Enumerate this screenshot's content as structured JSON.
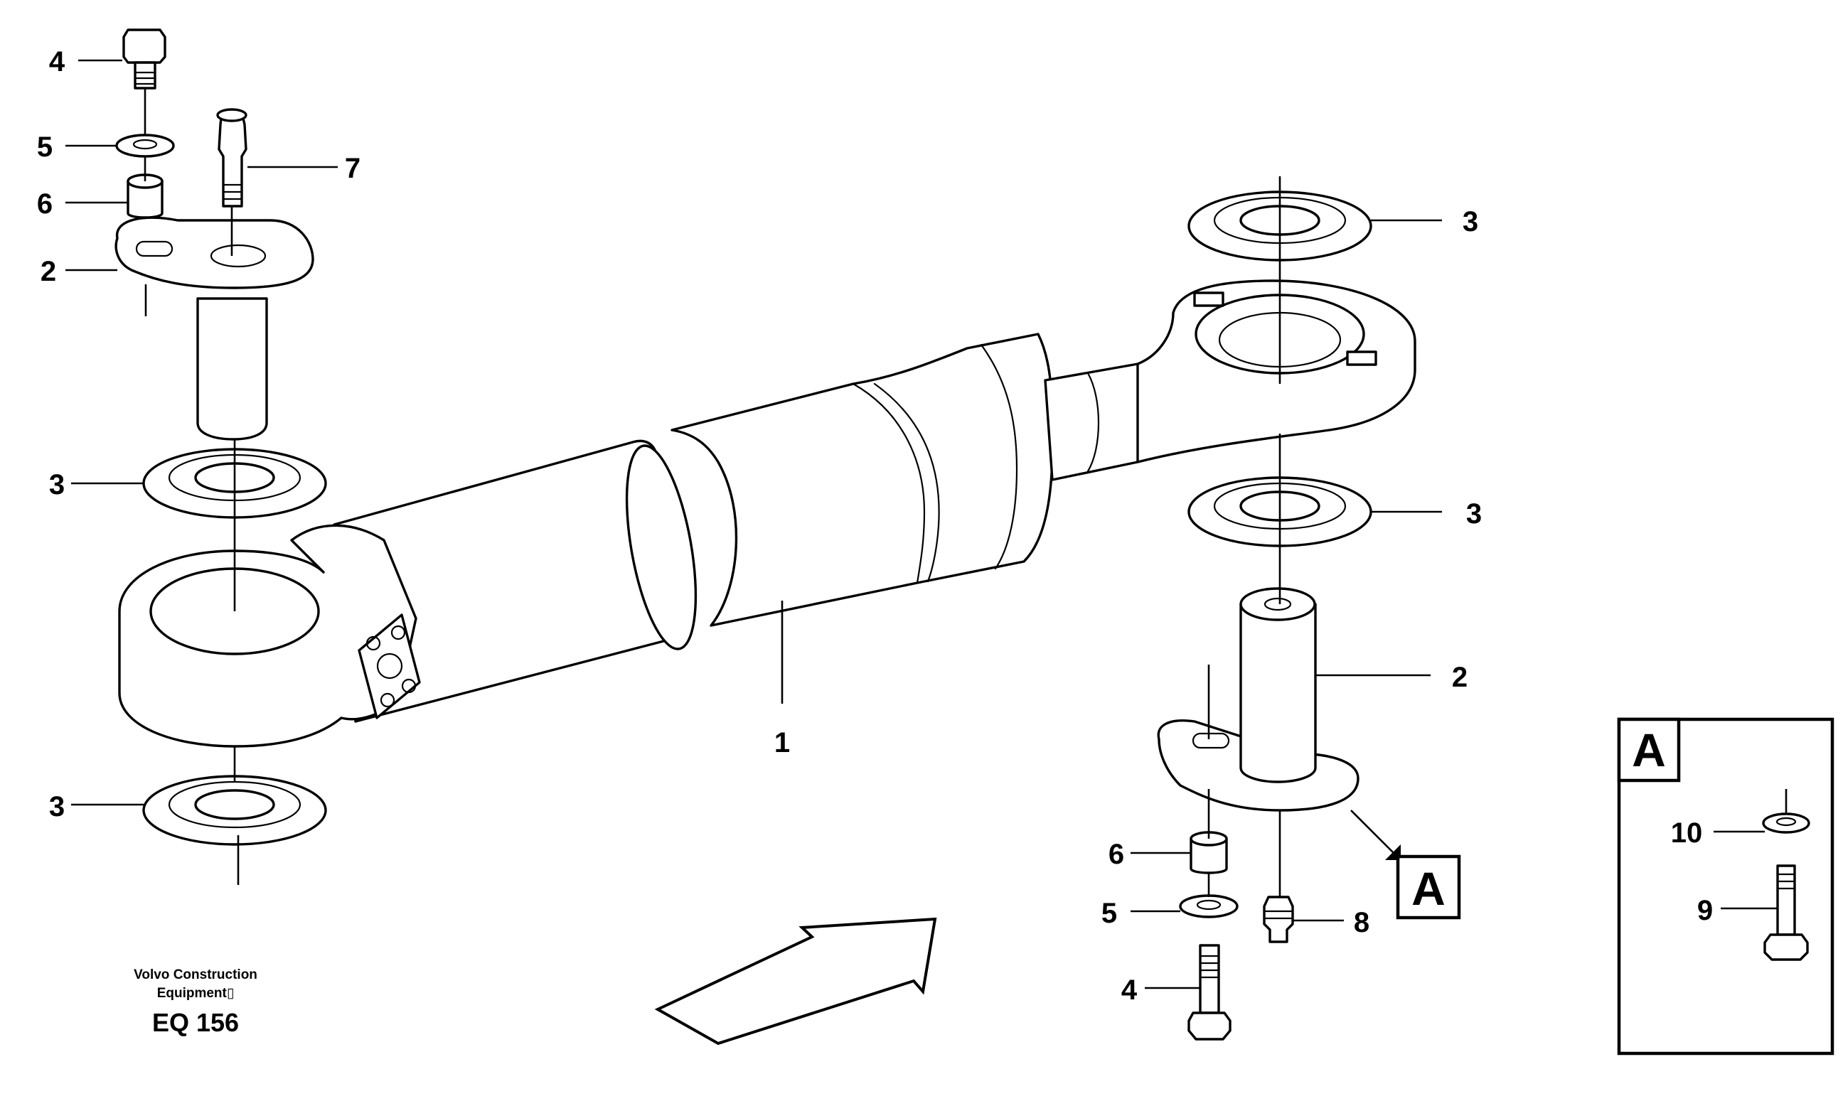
{
  "drawing": {
    "publisher_line1": "Volvo Construction",
    "publisher_line2": "Equipment▯",
    "code": "EQ 156",
    "detail_box_label": "A",
    "detail_ref_label": "A"
  },
  "callouts": {
    "c1": "1",
    "c2_top": "2",
    "c2_right": "2",
    "c3_left_upper": "3",
    "c3_left_lower": "3",
    "c3_right_upper": "3",
    "c3_right_lower": "3",
    "c4_top": "4",
    "c4_bottom": "4",
    "c5_top": "5",
    "c5_bottom": "5",
    "c6_top": "6",
    "c6_bottom": "6",
    "c7": "7",
    "c8": "8",
    "c9": "9",
    "c10": "10"
  }
}
